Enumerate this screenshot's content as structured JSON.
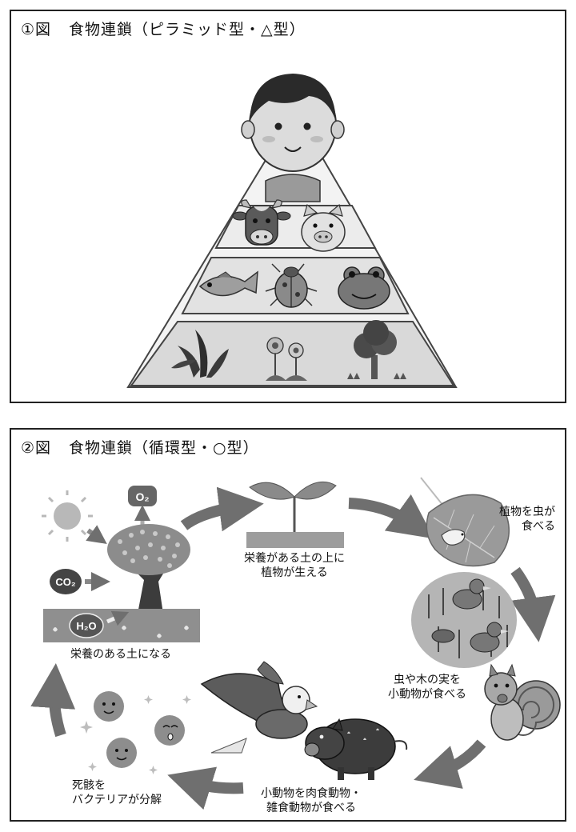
{
  "figure1": {
    "number": "①図",
    "title": "食物連鎖（ピラミッド型・△型）"
  },
  "figure2": {
    "number": "②図",
    "title": "食物連鎖（循環型・○型）",
    "molecules": {
      "o2": "O₂",
      "co2": "CO₂",
      "h2o": "H₂O"
    },
    "labels": {
      "soil_nutrient": "栄養のある土になる",
      "plants_grow_1": "栄養がある土の上に",
      "plants_grow_2": "植物が生える",
      "insects_eat_1": "植物を虫が",
      "insects_eat_2": "食べる",
      "small_animals_1": "虫や木の実を",
      "small_animals_2": "小動物が食べる",
      "predators_1": "小動物を肉食動物・",
      "predators_2": "雑食動物が食べる",
      "bacteria_1": "死骸を",
      "bacteria_2": "バクテリアが分解"
    }
  }
}
